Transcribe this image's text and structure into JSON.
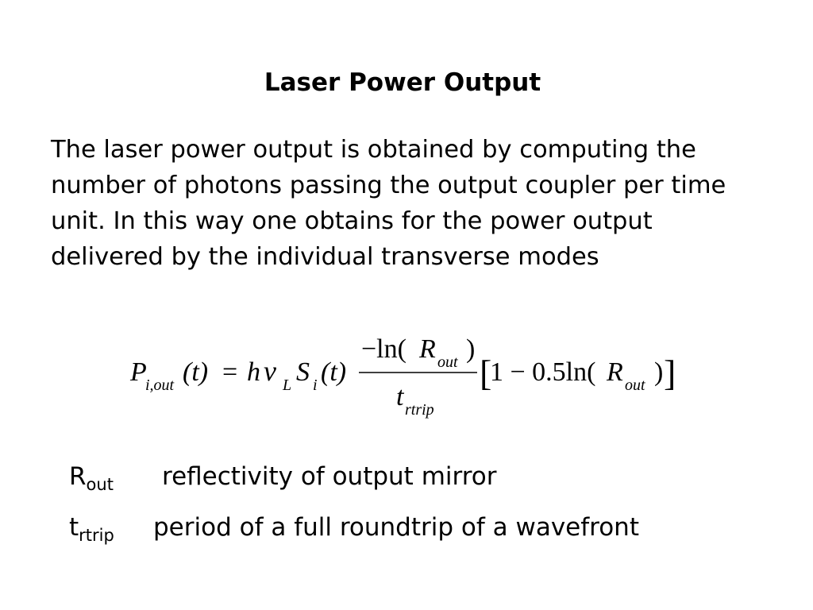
{
  "slide": {
    "title": "Laser Power Output",
    "paragraph": "The laser power output is obtained by computing the number of photons passing the output coupler per time unit. In this way one obtains for the power output delivered by the individual transverse modes"
  },
  "equation": {
    "lhs_symbol": "P",
    "lhs_subscript": "i,out",
    "lhs_arg": "(t)",
    "equals": "=",
    "h": "h",
    "nu": "ν",
    "nu_subscript": "L",
    "s": "S",
    "s_subscript": "i",
    "s_arg": "(t)",
    "numerator_prefix": "−ln(",
    "numerator_R": "R",
    "numerator_R_subscript": "out",
    "numerator_suffix": ")",
    "denominator_t": "t",
    "denominator_subscript": "rtrip",
    "bracket_open": "[",
    "bracket_content": "1 − 0.5ln(",
    "bracket_R": "R",
    "bracket_R_subscript": "out",
    "bracket_close_paren": ")",
    "bracket_close": "]"
  },
  "definitions": [
    {
      "symbol": "R",
      "subscript": "out",
      "description": "reflectivity of output mirror"
    },
    {
      "symbol": "t",
      "subscript": "rtrip",
      "description": "period of a full roundtrip of a wavefront"
    }
  ]
}
